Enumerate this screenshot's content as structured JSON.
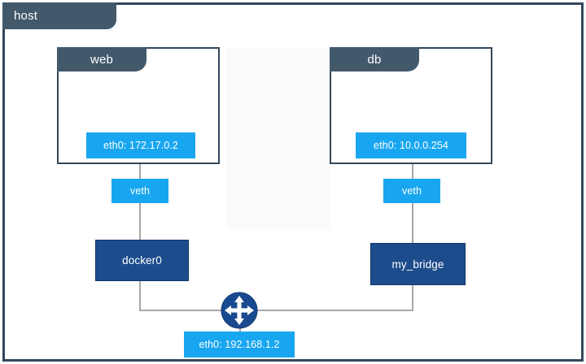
{
  "host": {
    "tab_label": "host"
  },
  "containers": [
    {
      "name": "web",
      "interface_label": "eth0: 172.17.0.2"
    },
    {
      "name": "db",
      "interface_label": "eth0: 10.0.0.254"
    }
  ],
  "veth": [
    {
      "label": "veth"
    },
    {
      "label": "veth"
    }
  ],
  "bridges": [
    {
      "label": "docker0"
    },
    {
      "label": "my_bridge"
    }
  ],
  "host_interface": {
    "label": "eth0: 192.168.1.2"
  },
  "icons": {
    "router": "router-icon"
  },
  "colors": {
    "frame": "#33475B",
    "tab": "#42586B",
    "chip_blue": "#19A6F0",
    "bridge_navy": "#1C4C8C",
    "line_gray": "#A6A6A6",
    "background": "#FFFFFF"
  }
}
